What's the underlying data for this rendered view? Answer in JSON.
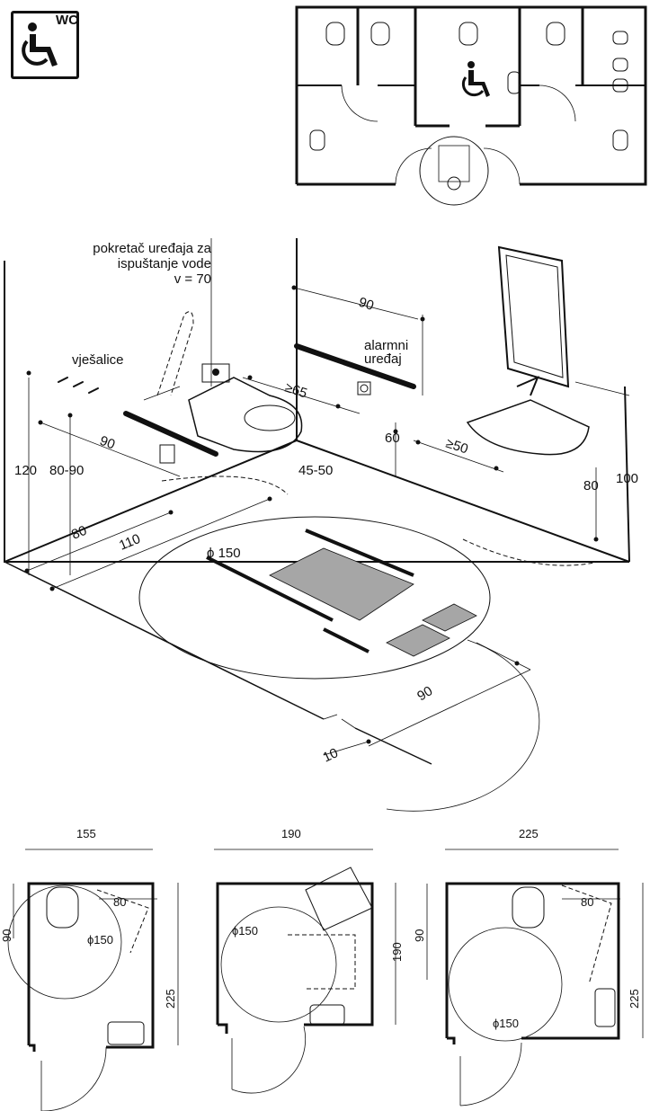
{
  "icon": {
    "label": "WC",
    "name": "wheelchair-wc-sign"
  },
  "isometric": {
    "flush_label": [
      "pokretač uređaja za",
      "ispuštanje vode",
      "v = 70"
    ],
    "alarm_label": [
      "alarmni",
      "uređaj"
    ],
    "hooks_label": "vješalice",
    "dims": {
      "rail_length": "90",
      "toilet_depth": "≥65",
      "alarm_height": "60",
      "sink_depth": "≥50",
      "hooks_height": "120",
      "rail_height": "80-90",
      "foldrail_length": "90",
      "seat_height": "45-50",
      "side_clear": "80",
      "toilet_axis": "110",
      "mirror_height": "100",
      "sink_height": "80",
      "turn_circle": "ϕ 150",
      "door_width": "90",
      "door_threshold": "10"
    }
  },
  "plans": [
    {
      "width": "155",
      "toilet_zone": "90",
      "transfer": "80",
      "circle": "ϕ150",
      "depth": "225"
    },
    {
      "width": "190",
      "circle": "ϕ150",
      "depth": "190"
    },
    {
      "width": "225",
      "toilet_zone": "90",
      "transfer": "80",
      "circle": "ϕ150",
      "depth": "225"
    }
  ]
}
